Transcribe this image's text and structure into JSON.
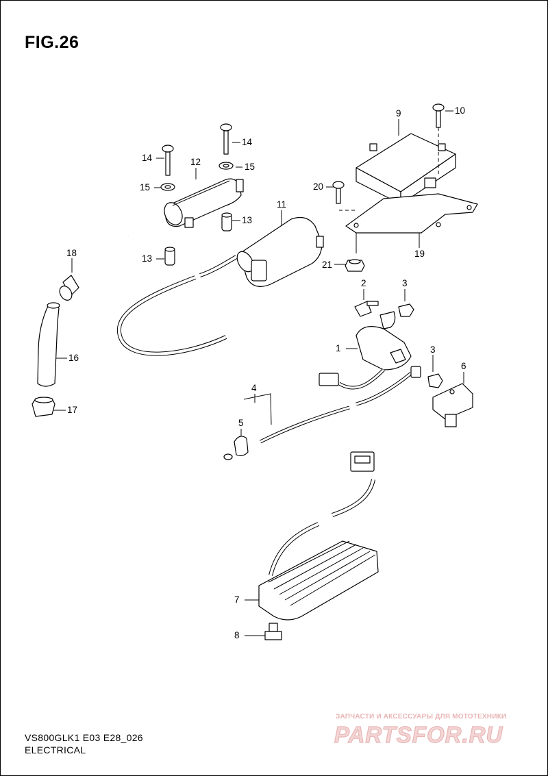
{
  "figure": {
    "title": "FIG.26",
    "model_code": "VS800GLK1 E03 E28_026",
    "section": "ELECTRICAL"
  },
  "callouts": [
    {
      "id": "c1",
      "text": "1"
    },
    {
      "id": "c2",
      "text": "2"
    },
    {
      "id": "c3a",
      "text": "3"
    },
    {
      "id": "c3b",
      "text": "3"
    },
    {
      "id": "c4",
      "text": "4"
    },
    {
      "id": "c5",
      "text": "5"
    },
    {
      "id": "c6",
      "text": "6"
    },
    {
      "id": "c7",
      "text": "7"
    },
    {
      "id": "c8",
      "text": "8"
    },
    {
      "id": "c9",
      "text": "9"
    },
    {
      "id": "c10",
      "text": "10"
    },
    {
      "id": "c11",
      "text": "11"
    },
    {
      "id": "c12",
      "text": "12"
    },
    {
      "id": "c13a",
      "text": "13"
    },
    {
      "id": "c13b",
      "text": "13"
    },
    {
      "id": "c14a",
      "text": "14"
    },
    {
      "id": "c14b",
      "text": "14"
    },
    {
      "id": "c15a",
      "text": "15"
    },
    {
      "id": "c15b",
      "text": "15"
    },
    {
      "id": "c16",
      "text": "16"
    },
    {
      "id": "c17",
      "text": "17"
    },
    {
      "id": "c18",
      "text": "18"
    },
    {
      "id": "c19",
      "text": "19"
    },
    {
      "id": "c20",
      "text": "20"
    },
    {
      "id": "c21",
      "text": "21"
    }
  ],
  "watermark": {
    "tagline": "ЗАПЧАСТИ И АКСЕССУАРЫ ДЛЯ МОТОТЕХНИКИ",
    "logo_text": "PARTSFOR.RU",
    "color": "#e9b4b4"
  },
  "colors": {
    "line": "#000000",
    "background": "#ffffff"
  }
}
